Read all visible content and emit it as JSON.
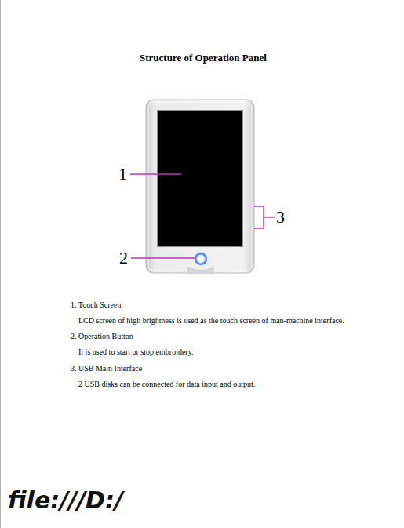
{
  "diagram": {
    "title": "Structure of Operation Panel",
    "labels": [
      "1",
      "2",
      "3",
      "1. Touch Screen",
      "LCD screen of high brightness is used as the touch screen of man-machine interface.",
      "2. Operation Button",
      "It is used to start or stop embroidery.",
      "3. USB Main Interface",
      "2 USB disks can be connected for data input and output.",
      "file:///D:/"
    ]
  }
}
